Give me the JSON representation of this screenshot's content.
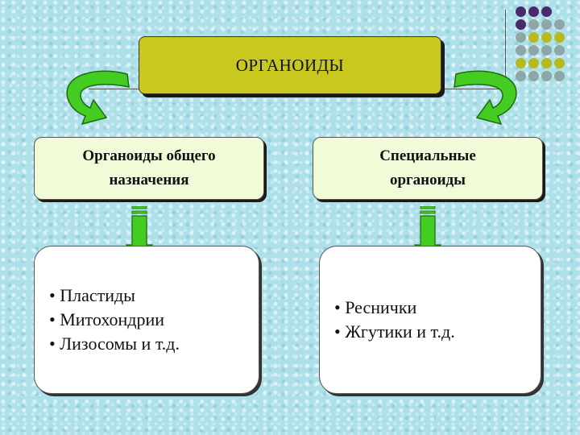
{
  "title": "ОРГАНОИДЫ",
  "categories": [
    {
      "lines": [
        "Органоиды общего",
        "назначения"
      ]
    },
    {
      "lines": [
        "Специальные",
        "органоиды"
      ]
    }
  ],
  "lists": [
    {
      "items": [
        "• Пластиды",
        "• Митохондрии",
        "• Лизосомы и т.д."
      ]
    },
    {
      "items": [
        "• Реснички",
        "• Жгутики и т.д."
      ]
    }
  ],
  "colors": {
    "title_fill": "#c8c81e",
    "category_fill": "#f2fbd7",
    "arrow_green": "#44cc22",
    "dot_purple": "#4a2a6c",
    "dot_gray": "#8fa6a6",
    "dot_olive": "#b8b820"
  },
  "icons": [
    "curved-arrow-icon",
    "down-arrow-icon"
  ]
}
